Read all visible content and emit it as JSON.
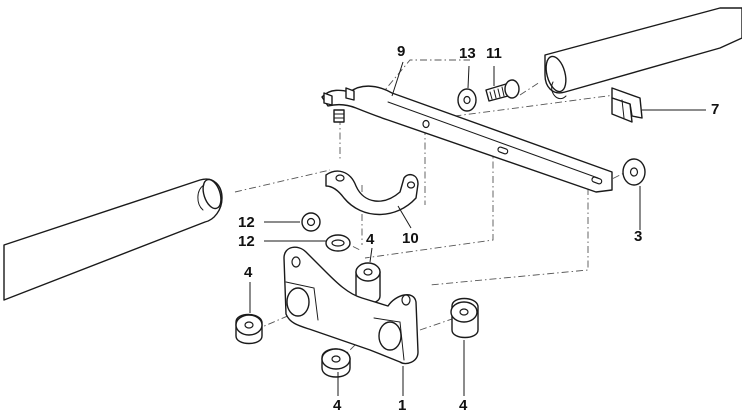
{
  "callouts": {
    "c9": "9",
    "c13": "13",
    "c11": "11",
    "c7": "7",
    "c3": "3",
    "c12a": "12",
    "c12b": "12",
    "c10": "10",
    "c4_top": "4",
    "c4_left": "4",
    "c4_bottom": "4",
    "c4_right": "4",
    "c1": "1"
  }
}
